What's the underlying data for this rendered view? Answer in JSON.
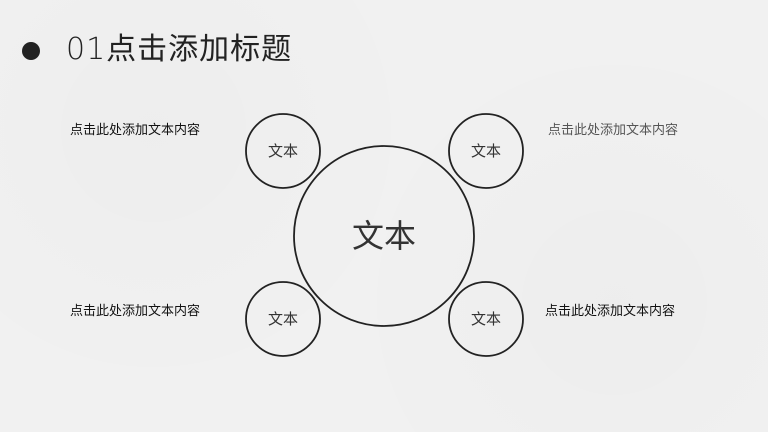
{
  "header": {
    "title": "01点击添加标题"
  },
  "diagram": {
    "center_label": "文本",
    "nodes": [
      {
        "label": "文本"
      },
      {
        "label": "文本"
      },
      {
        "label": "文本"
      },
      {
        "label": "文本"
      }
    ]
  },
  "captions": {
    "top_left": "点击此处添加文本内容",
    "top_right": "点击此处添加文本内容",
    "bottom_left": "点击此处添加文本内容",
    "bottom_right": "点击此处添加文本内容"
  }
}
